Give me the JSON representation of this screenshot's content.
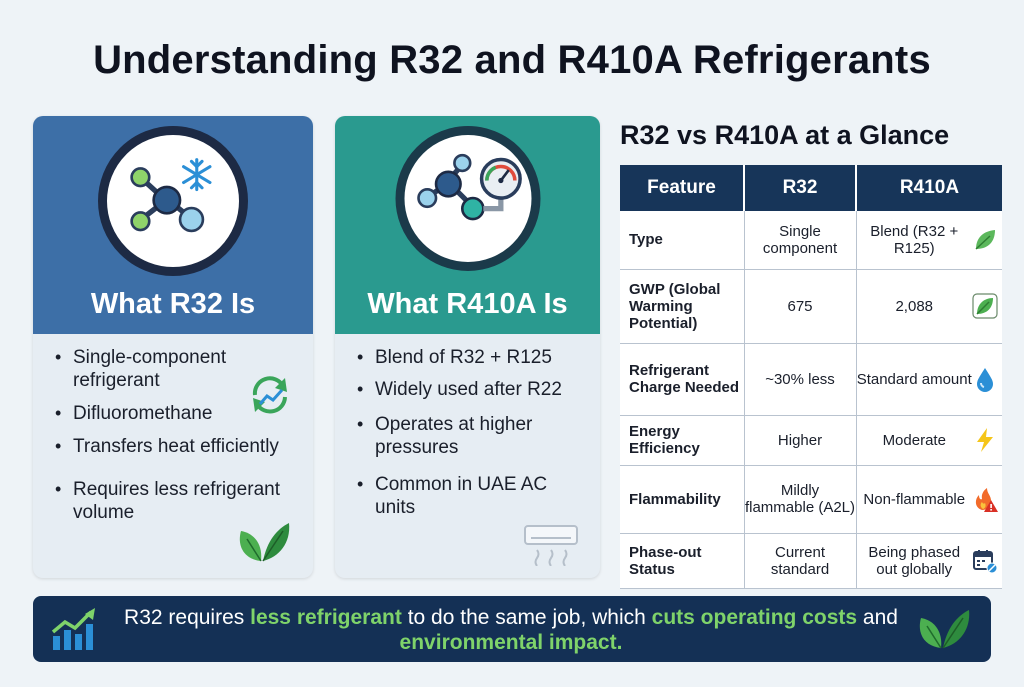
{
  "title": "Understanding R32 and R410A Refrigerants",
  "r32_card": {
    "title": "What R32 Is",
    "points": [
      "Single-component refrigerant",
      "Difluoromethane",
      "Transfers heat efficiently",
      "Requires less refrigerant volume"
    ],
    "colors": {
      "header": "#3d6fa7",
      "body": "#e6edf3"
    }
  },
  "r410_card": {
    "title": "What R410A Is",
    "points": [
      "Blend of R32 + R125",
      "Widely used after R22",
      "Operates at higher pressures",
      "Common in UAE AC units"
    ],
    "colors": {
      "header": "#2a9a8f",
      "body": "#e6edf3"
    }
  },
  "comparison": {
    "title": "R32 vs R410A at a Glance",
    "headers": [
      "Feature",
      "R32",
      "R410A"
    ],
    "rows": [
      {
        "feature": "Type",
        "r32": "Single component",
        "r410a": "Blend (R32 + R125)",
        "icon": "leaf-icon"
      },
      {
        "feature": "GWP (Global Warming Potential)",
        "r32": "675",
        "r410a": "2,088",
        "icon": "leaf-icon"
      },
      {
        "feature": "Refrigerant Charge Needed",
        "r32": "~30% less",
        "r410a": "Standard amount",
        "icon": "water-drop-icon"
      },
      {
        "feature": "Energy Efficiency",
        "r32": "Higher",
        "r410a": "Moderate",
        "icon": "lightning-icon"
      },
      {
        "feature": "Flammability",
        "r32": "Mildly flammable (A2L)",
        "r410a": "Non-flammable",
        "icon": "flame-warning-icon"
      },
      {
        "feature": "Phase-out Status",
        "r32": "Current standard",
        "r410a": "Being phased out globally",
        "icon": "calendar-icon"
      }
    ],
    "colors": {
      "header": "#173559"
    }
  },
  "banner": {
    "parts": [
      {
        "text": "R32 requires ",
        "highlight": false
      },
      {
        "text": "less refrigerant",
        "highlight": true
      },
      {
        "text": " to do the same job, which ",
        "highlight": false
      },
      {
        "text": "cuts operating costs",
        "highlight": true
      },
      {
        "text": " and ",
        "highlight": false
      },
      {
        "text": "environmental impact.",
        "highlight": true
      }
    ],
    "colors": {
      "background": "#143055",
      "highlight": "#7fd36a"
    }
  }
}
